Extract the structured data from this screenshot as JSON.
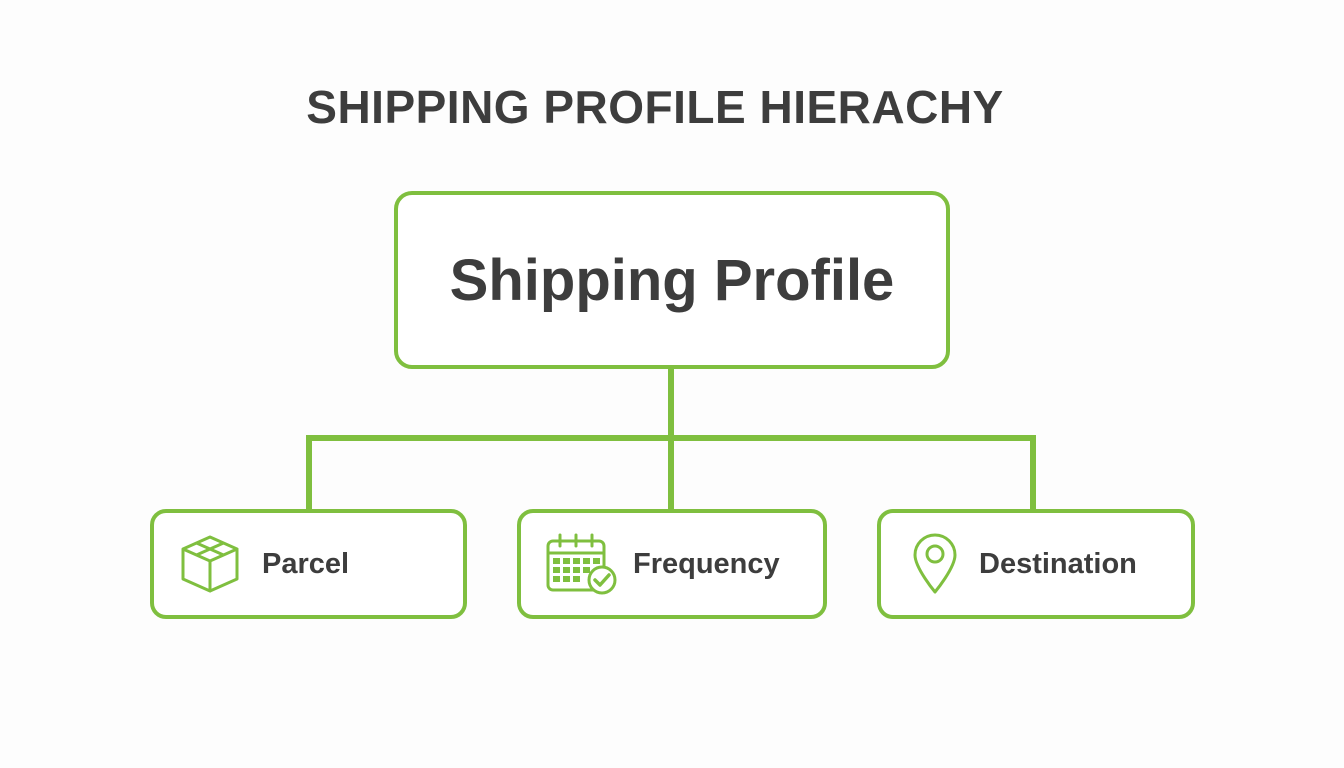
{
  "title": "SHIPPING PROFILE HIERACHY",
  "root": {
    "label": "Shipping Profile"
  },
  "children": [
    {
      "label": "Parcel",
      "icon": "box-icon"
    },
    {
      "label": "Frequency",
      "icon": "calendar-check-icon"
    },
    {
      "label": "Destination",
      "icon": "map-pin-icon"
    }
  ],
  "colors": {
    "accent": "#7fbf3f",
    "text": "#3d3d3d",
    "background": "#fdfdfd"
  }
}
